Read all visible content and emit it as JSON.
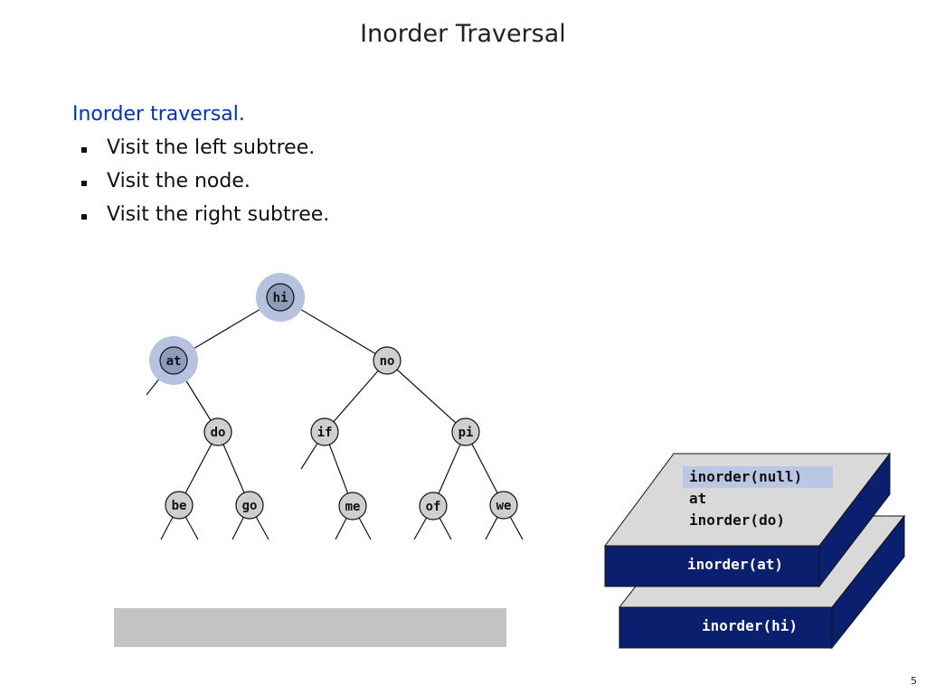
{
  "slide": {
    "title": "Inorder Traversal",
    "heading": "Inorder traversal.",
    "bullets": [
      "Visit the left subtree.",
      "Visit the node.",
      "Visit the right subtree."
    ],
    "page_number": "5"
  },
  "tree": {
    "nodes": [
      {
        "id": "hi",
        "label": "hi",
        "highlighted": true
      },
      {
        "id": "at",
        "label": "at",
        "highlighted": true
      },
      {
        "id": "no",
        "label": "no",
        "highlighted": false
      },
      {
        "id": "do",
        "label": "do",
        "highlighted": false
      },
      {
        "id": "if",
        "label": "if",
        "highlighted": false
      },
      {
        "id": "pi",
        "label": "pi",
        "highlighted": false
      },
      {
        "id": "be",
        "label": "be",
        "highlighted": false
      },
      {
        "id": "go",
        "label": "go",
        "highlighted": false
      },
      {
        "id": "me",
        "label": "me",
        "highlighted": false
      },
      {
        "id": "of",
        "label": "of",
        "highlighted": false
      },
      {
        "id": "we",
        "label": "we",
        "highlighted": false
      }
    ]
  },
  "stack": {
    "top_frame": {
      "lines": [
        "inorder(null)",
        "at",
        "inorder(do)"
      ],
      "highlighted_line": 0,
      "footer": "inorder(at)"
    },
    "bottom_frame": {
      "footer": "inorder(hi)"
    }
  },
  "colors": {
    "heading": "#0033aa",
    "node_fill": "#cfcfcf",
    "node_active_fill": "#8e9cbb",
    "node_halo": "#b7c2df",
    "stack_blue": "#0a1f6e",
    "stack_top": "#d9d9d9",
    "code_highlight": "#b9c6e4"
  }
}
